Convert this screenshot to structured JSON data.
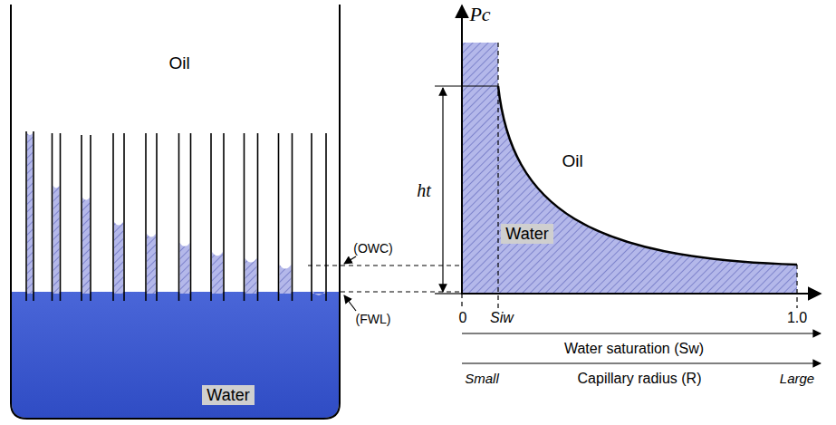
{
  "diagram": {
    "labels": [
      "Oil",
      "Water",
      "(OWC)",
      "(FWL)",
      "Pc",
      "ht",
      "Oil",
      "Water",
      "0",
      "Siw",
      "1.0",
      "Water saturation (Sw)",
      "Small",
      "Capillary radius (R)",
      "Large"
    ]
  }
}
